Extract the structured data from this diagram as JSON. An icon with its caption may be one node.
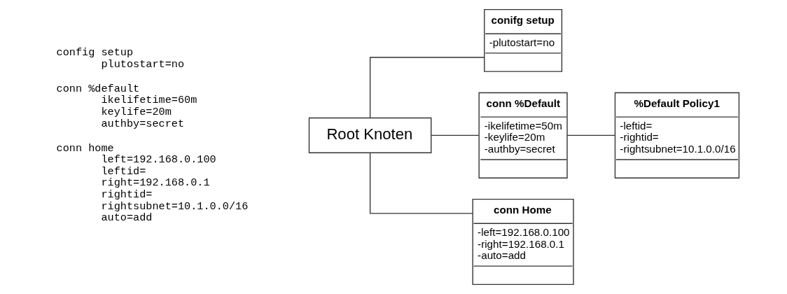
{
  "diagram": {
    "nodes": [
      {
        "text": [
          "Root Knoten"
        ]
      },
      {
        "text": [
          "conifg setup",
          "-plutostart=no"
        ]
      },
      {
        "text": [
          "conn %Default",
          "-ikelifetime=50m",
          "-keylife=20m",
          "-authby=secret"
        ]
      },
      {
        "text": [
          "conn Home",
          "-left=192.168.0.100",
          "-right=192.168.0.1",
          "-auto=add"
        ]
      },
      {
        "text": [
          "%Default Policy1",
          "-leftid=",
          "-rightid=",
          "-rightsubnet=10.1.0.0/16"
        ]
      }
    ],
    "edges": [
      {
        "from": 0,
        "to": 1,
        "arrow": "none"
      },
      {
        "from": 0,
        "to": 2,
        "arrow": "none"
      },
      {
        "from": 0,
        "to": 3,
        "arrow": "none"
      },
      {
        "from": 2,
        "to": 4,
        "arrow": "none"
      }
    ],
    "labels": [
      "config setup",
      "plutostart=no",
      "conn %default",
      "ikelifetime=60m",
      "keylife=20m",
      "authby=secret",
      "conn home",
      "left=192.168.0.100",
      "leftid=",
      "right=192.168.0.1",
      "rightid=",
      "rightsubnet=10.1.0.0/16",
      "auto=add"
    ]
  }
}
